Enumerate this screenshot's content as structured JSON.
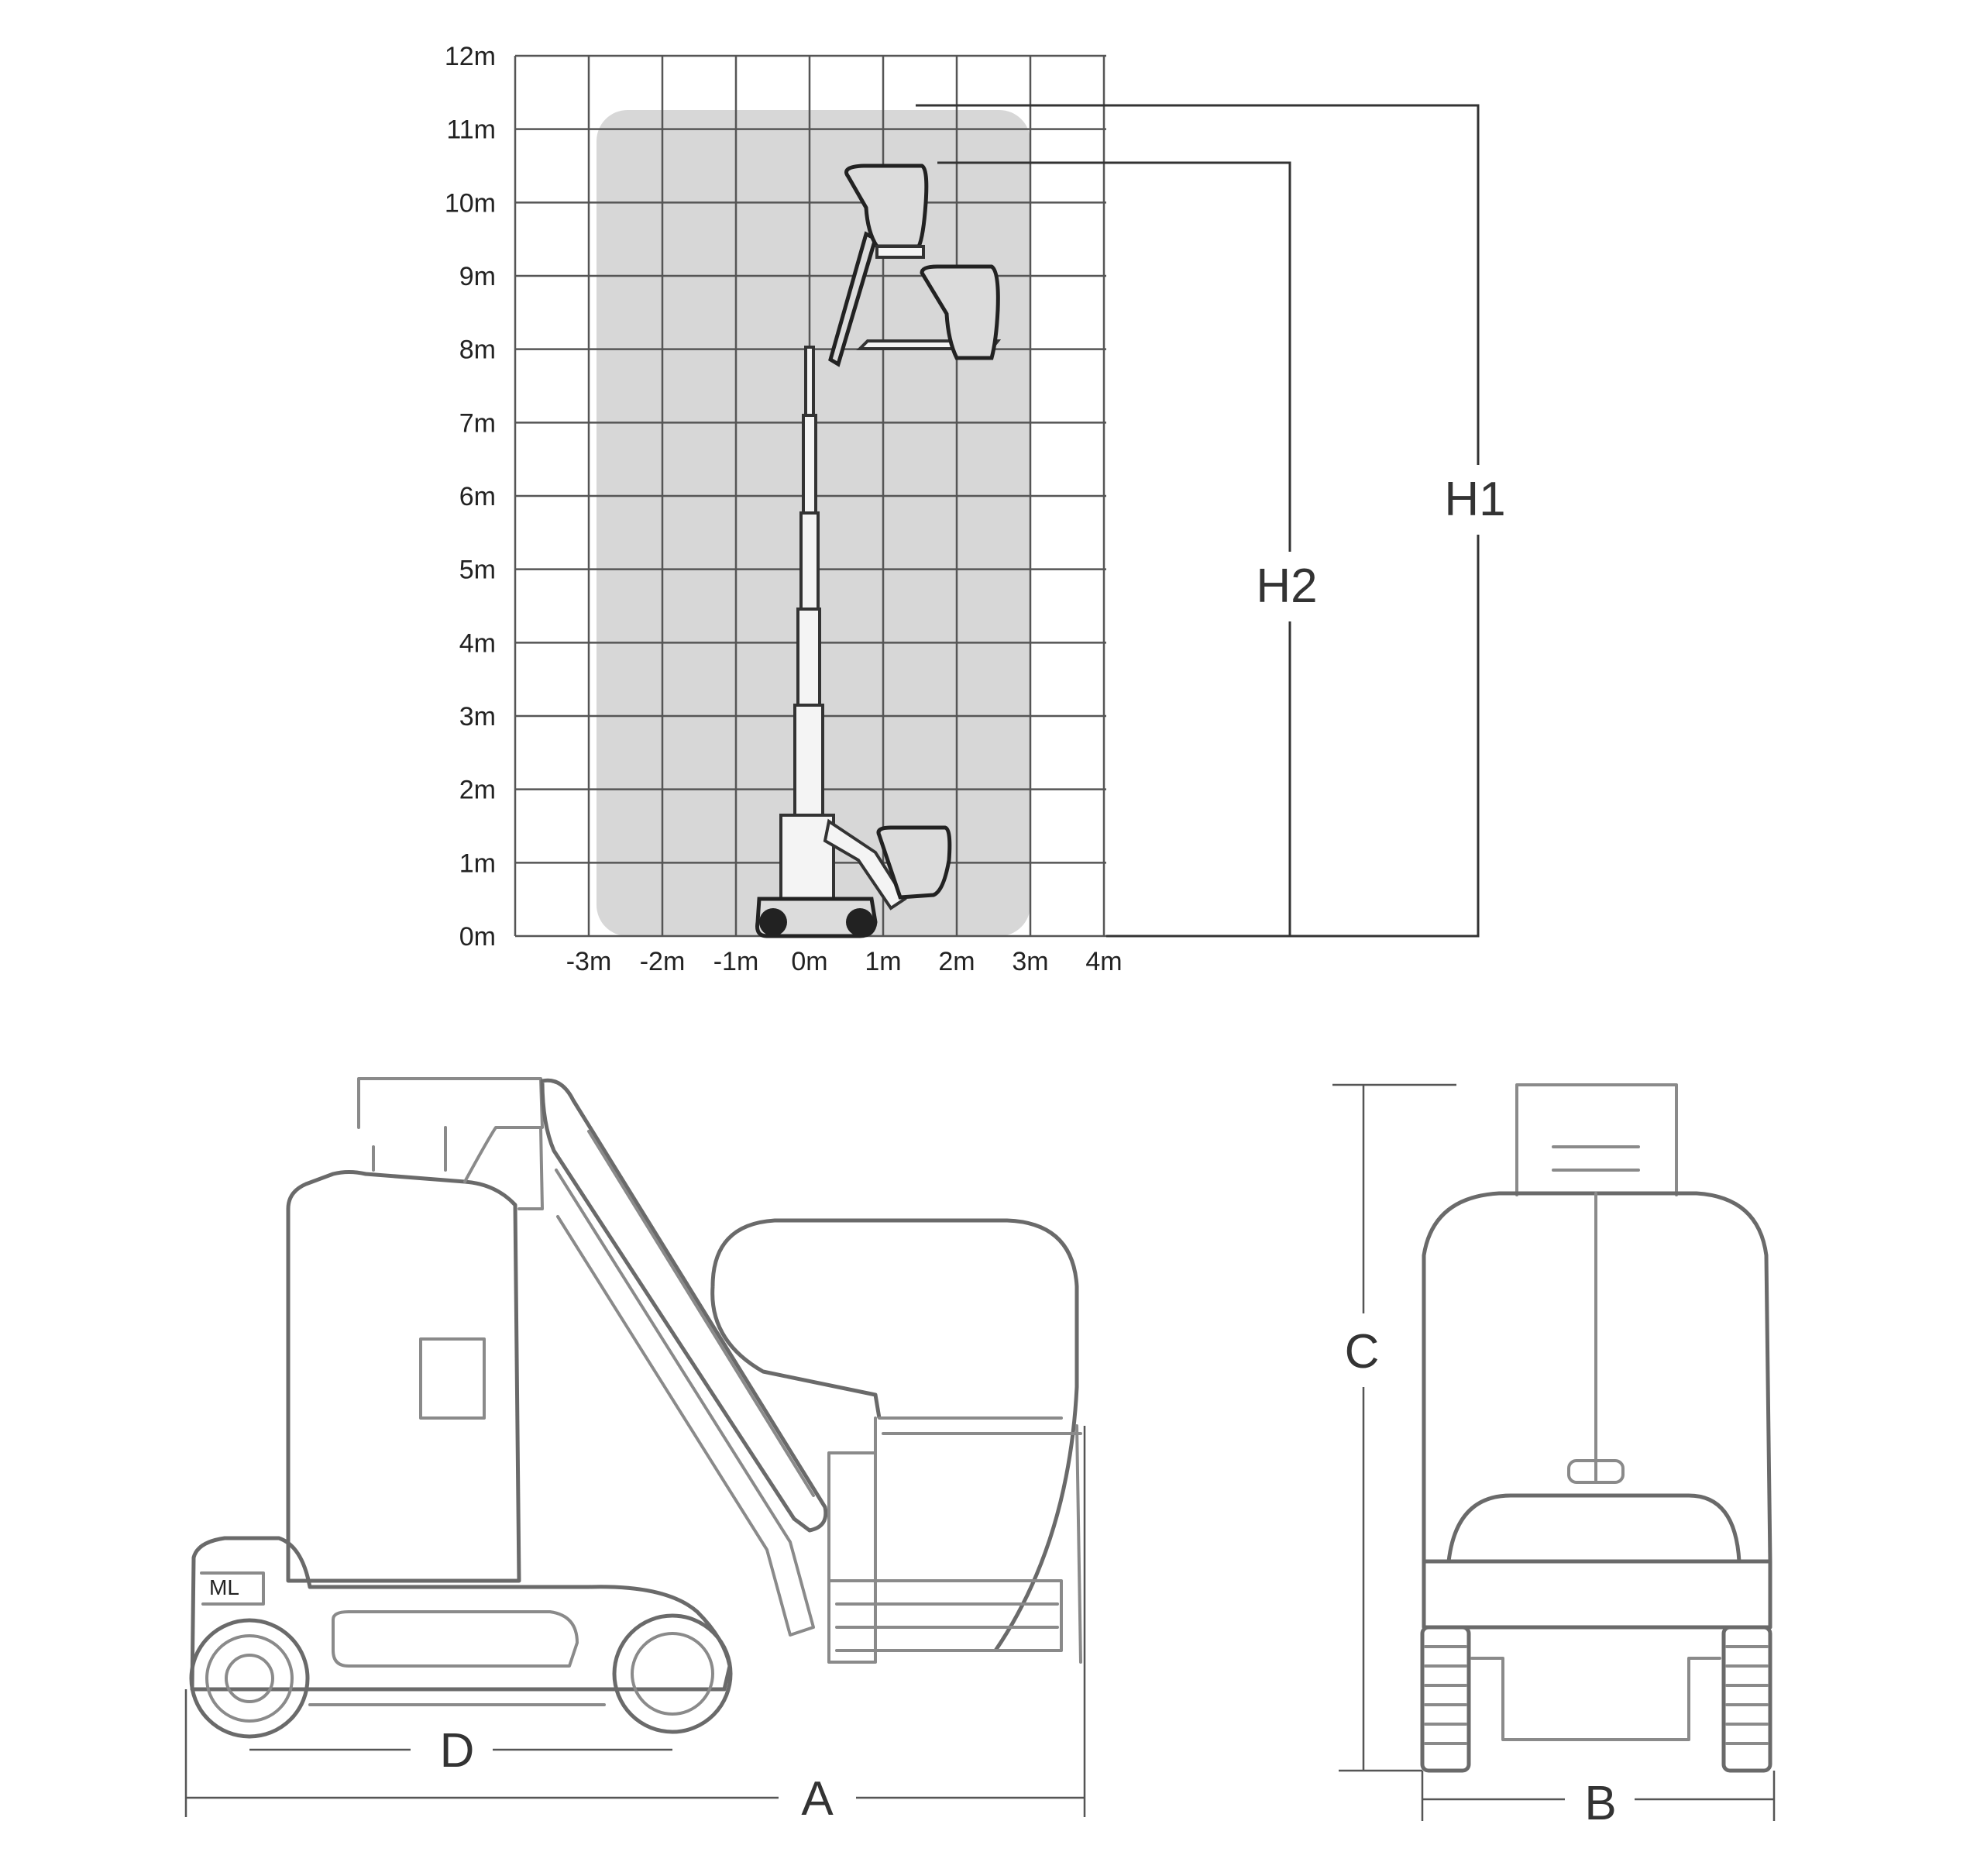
{
  "diagram": {
    "work_envelope": {
      "y_axis_ticks": [
        "0m",
        "1m",
        "2m",
        "3m",
        "4m",
        "5m",
        "6m",
        "7m",
        "8m",
        "9m",
        "10m",
        "11m",
        "12m"
      ],
      "x_axis_ticks": [
        "-3m",
        "-2m",
        "-1m",
        "0m",
        "1m",
        "2m",
        "3m",
        "4m"
      ]
    },
    "dimension_labels": {
      "h1": "H1",
      "h2": "H2",
      "a": "A",
      "b": "B",
      "c": "C",
      "d": "D"
    }
  },
  "colors": {
    "envelope_fill": "#d7d7d7",
    "grid_line": "#333333",
    "drawing_line": "#8a8a8a"
  }
}
